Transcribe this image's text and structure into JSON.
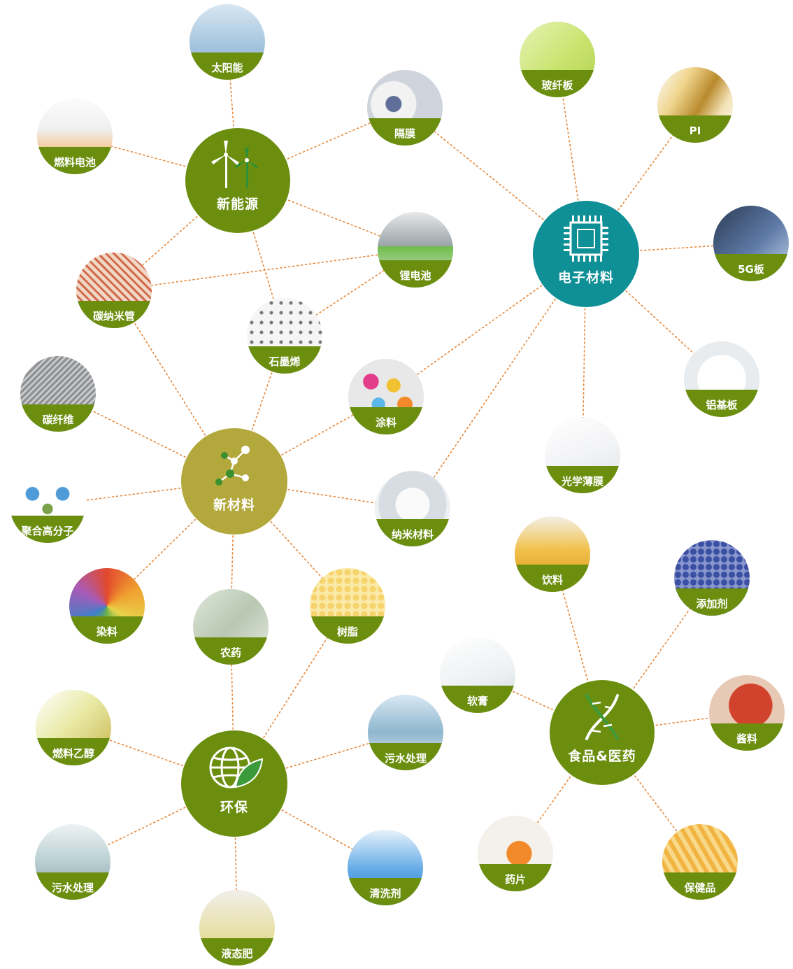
{
  "colors": {
    "accent": "#6b8e0f",
    "electronic": "#0f8f96",
    "materials": "#b2a83b",
    "line": "#e5873a"
  },
  "hubs": [
    {
      "id": "new-energy",
      "label": "新能源",
      "icon": "wind-turbine-icon",
      "color": "#6b8e0f"
    },
    {
      "id": "electronic-materials",
      "label": "电子材料",
      "icon": "chip-icon",
      "color": "#0f8f96"
    },
    {
      "id": "new-materials",
      "label": "新材料",
      "icon": "molecule-icon",
      "color": "#b2a83b"
    },
    {
      "id": "environmental",
      "label": "环保",
      "icon": "globe-leaf-icon",
      "color": "#6b8e0f"
    },
    {
      "id": "food-medicine",
      "label": "食品&医药",
      "icon": "dna-icon",
      "color": "#6b8e0f"
    }
  ],
  "leaves": [
    {
      "id": "solar",
      "label": "太阳能",
      "icon": "sky-image"
    },
    {
      "id": "fuel-cell",
      "label": "燃料电池",
      "icon": "fuel-cell-diagram-image"
    },
    {
      "id": "separator",
      "label": "隔膜",
      "icon": "film-roll-image"
    },
    {
      "id": "lithium-battery",
      "label": "锂电池",
      "icon": "battery-car-image"
    },
    {
      "id": "carbon-nanotube",
      "label": "碳纳米管",
      "icon": "nanotube-image"
    },
    {
      "id": "graphene",
      "label": "石墨烯",
      "icon": "graphene-image"
    },
    {
      "id": "glass-fiber-board",
      "label": "玻纤板",
      "icon": "green-board-image"
    },
    {
      "id": "pi",
      "label": "PI",
      "icon": "gold-tube-image"
    },
    {
      "id": "5g-board",
      "label": "5G板",
      "icon": "circuit-5g-image"
    },
    {
      "id": "aluminum-board",
      "label": "铝基板",
      "icon": "led-board-image"
    },
    {
      "id": "optical-film",
      "label": "光学薄膜",
      "icon": "optical-film-image"
    },
    {
      "id": "coating",
      "label": "涂料",
      "icon": "paint-cans-image"
    },
    {
      "id": "carbon-fiber",
      "label": "碳纤维",
      "icon": "carbon-fiber-image"
    },
    {
      "id": "polymer",
      "label": "聚合高分子",
      "icon": "molecule-model-image"
    },
    {
      "id": "nano-material",
      "label": "纳米材料",
      "icon": "powder-dish-image"
    },
    {
      "id": "dye",
      "label": "染料",
      "icon": "pigment-image"
    },
    {
      "id": "pesticide",
      "label": "农药",
      "icon": "sprayer-image"
    },
    {
      "id": "resin",
      "label": "树脂",
      "icon": "resin-granules-image"
    },
    {
      "id": "beverage",
      "label": "饮料",
      "icon": "bottles-image"
    },
    {
      "id": "additive",
      "label": "添加剂",
      "icon": "blue-granules-image"
    },
    {
      "id": "ointment",
      "label": "软膏",
      "icon": "tube-image"
    },
    {
      "id": "sauce",
      "label": "酱料",
      "icon": "sauce-image"
    },
    {
      "id": "fuel-ethanol",
      "label": "燃料乙醇",
      "icon": "fuel-nozzle-image"
    },
    {
      "id": "sewage-treatment-1",
      "label": "污水处理",
      "icon": "water-weir-image"
    },
    {
      "id": "sewage-treatment-2",
      "label": "污水处理",
      "icon": "treatment-plant-image"
    },
    {
      "id": "cleaner",
      "label": "清洗剂",
      "icon": "detergent-bottles-image"
    },
    {
      "id": "liquid-fertilizer",
      "label": "液态肥",
      "icon": "fertilizer-cups-image"
    },
    {
      "id": "tablet",
      "label": "药片",
      "icon": "tablets-image"
    },
    {
      "id": "health-product",
      "label": "保健品",
      "icon": "honeycomb-image"
    }
  ]
}
